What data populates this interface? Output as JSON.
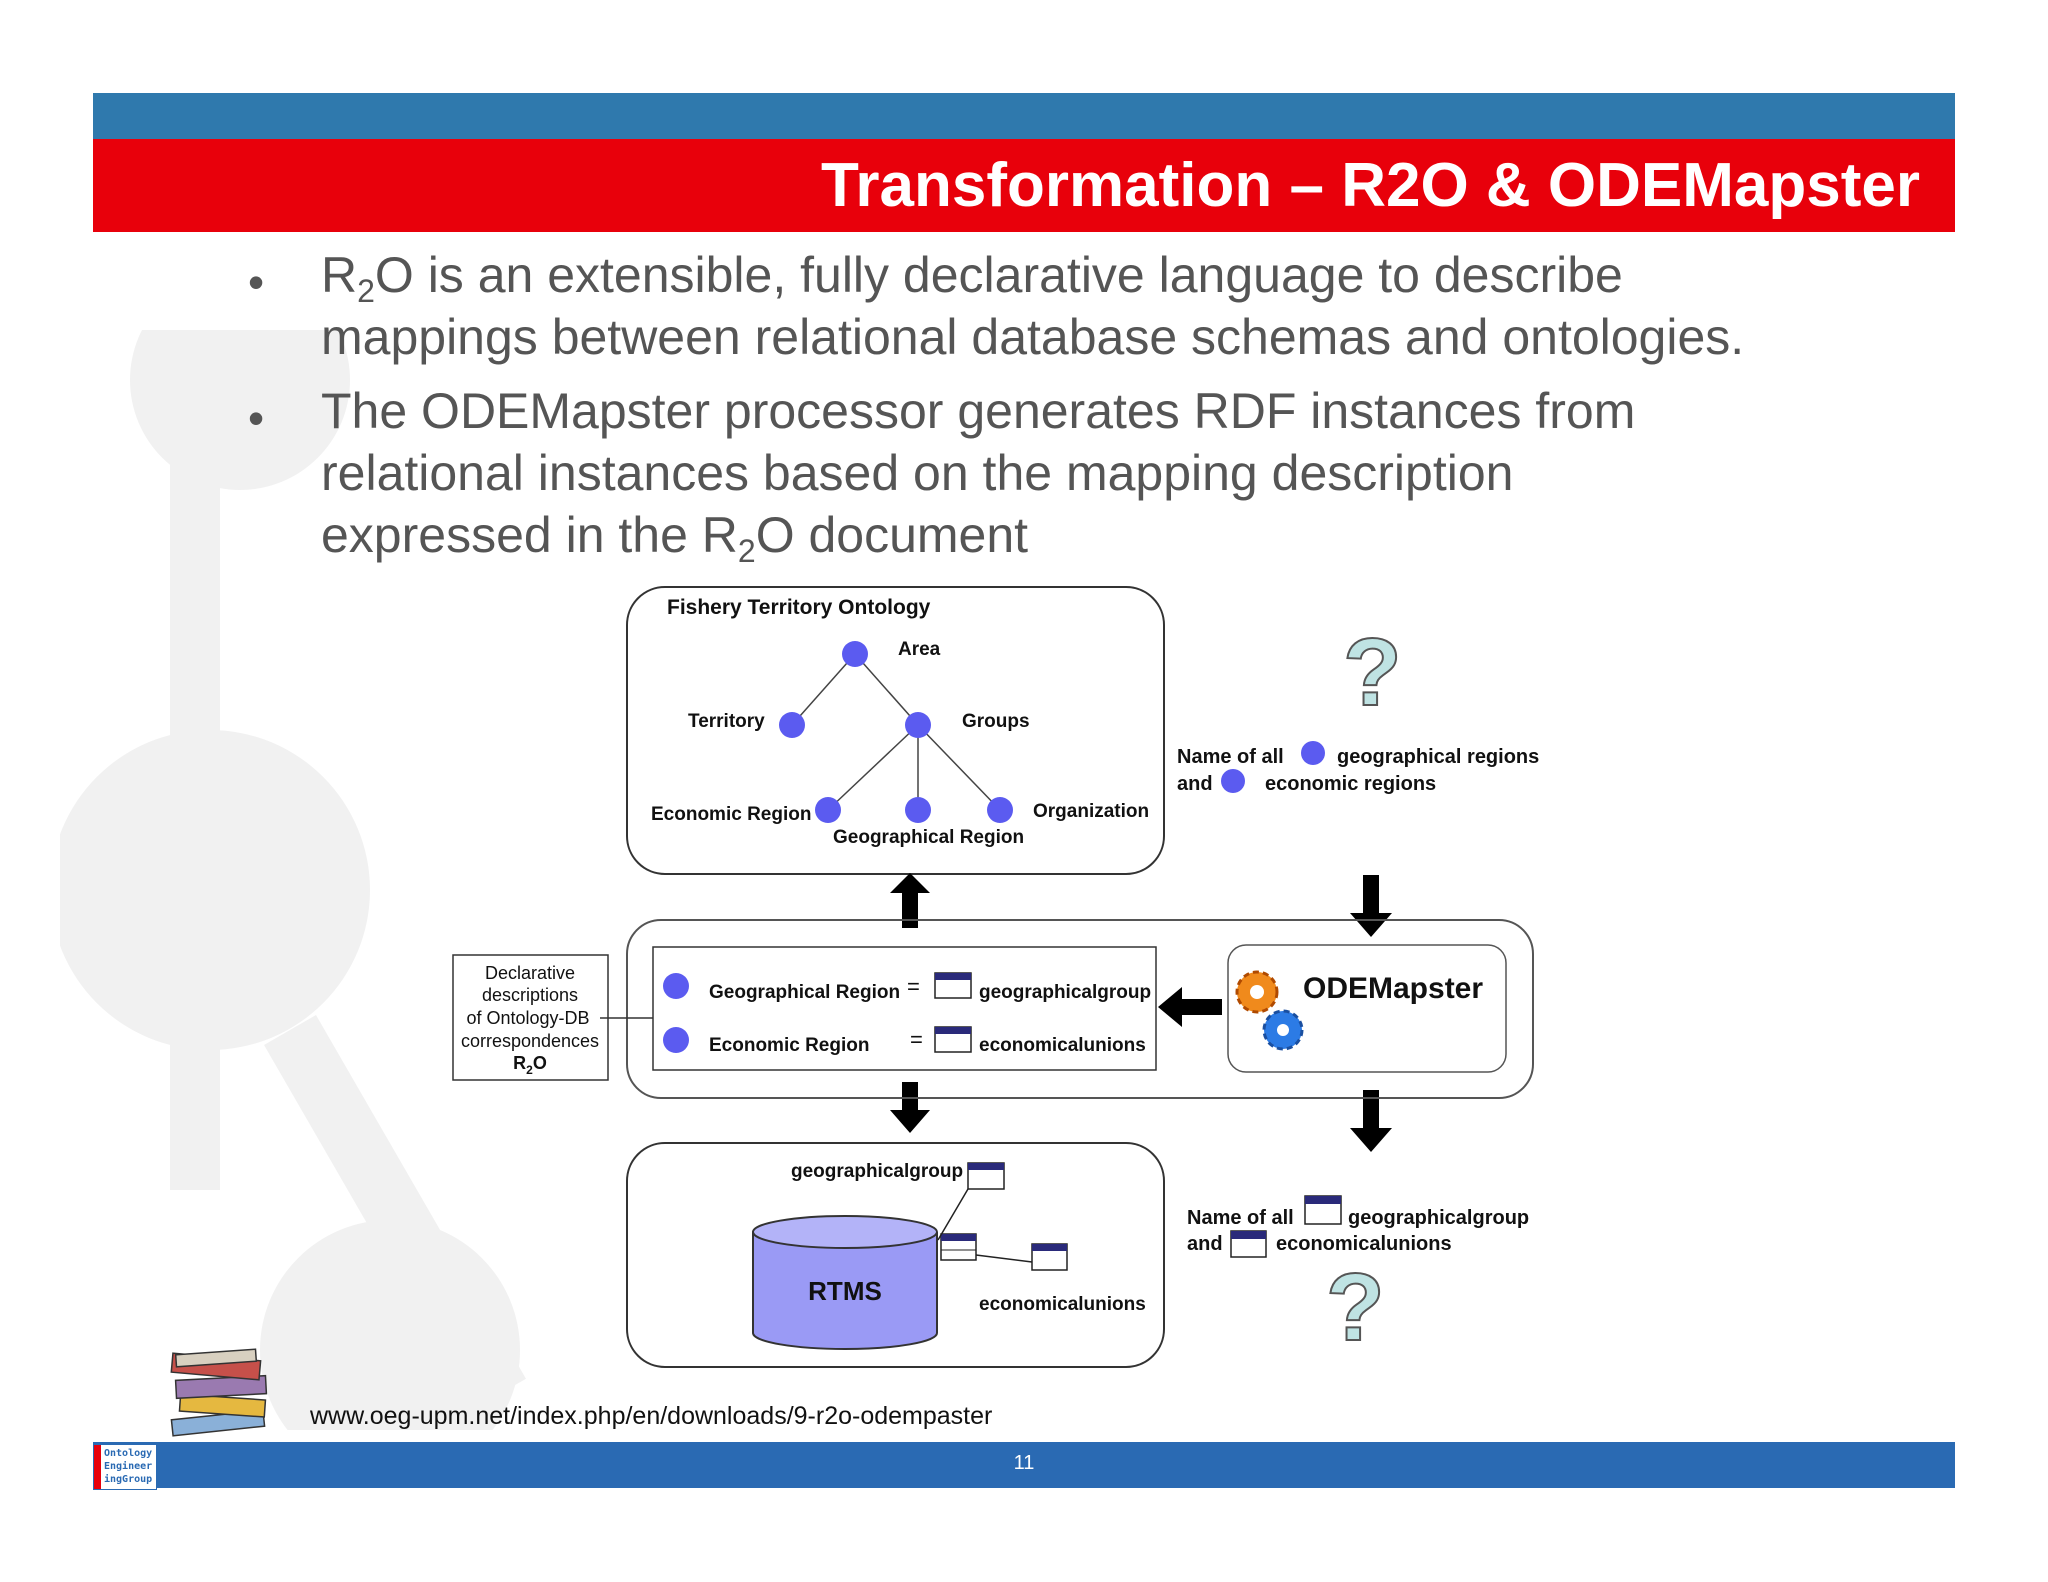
{
  "slide": {
    "title": "Transformation – R2O & ODEMapster",
    "page_number": "11",
    "url": "www.oeg-upm.net/index.php/en/downloads/9-r2o-odempaster"
  },
  "bullets": [
    {
      "dot": "•",
      "line1_pre": "R",
      "line1_sub": "2",
      "line1_post": "O is an extensible, fully declarative language to describe",
      "line2": "mappings between relational database schemas and ontologies."
    },
    {
      "dot": "•",
      "line1": "The ODEMapster processor generates RDF instances from",
      "line2": "relational instances based on the mapping description",
      "line3_pre": "expressed in the R",
      "line3_sub": "2",
      "line3_post": "O document"
    }
  ],
  "diagram": {
    "ontology": {
      "title": "Fishery Territory Ontology",
      "nodes": {
        "area": "Area",
        "territory": "Territory",
        "groups": "Groups",
        "economic_region": "Economic Region",
        "geographical_region": "Geographical Region",
        "organization": "Organization"
      }
    },
    "query_top": {
      "line1_a": "Name of all",
      "line1_b": "geographical regions",
      "line2_a": "and",
      "line2_b": "economic regions",
      "question": "?"
    },
    "mapping": {
      "row1_concept": "Geographical Region",
      "row1_eq": "=",
      "row1_table": "geographicalgroup",
      "row2_concept": "Economic Region",
      "row2_eq": "=",
      "row2_table": "economicalunions"
    },
    "r2o_note": {
      "line1": "Declarative",
      "line2": "descriptions",
      "line3": "of Ontology-DB",
      "line4": "correspondences",
      "line5_pre": "R",
      "line5_sub": "2",
      "line5_post": "O"
    },
    "odemapster": {
      "label": "ODEMapster"
    },
    "database": {
      "name": "RTMS",
      "table1": "geographicalgroup",
      "table2": "economicalunions"
    },
    "query_bottom": {
      "line1_a": "Name of all",
      "line1_b": "geographicalgroup",
      "line2_a": "and",
      "line2_b": "economicalunions",
      "question": "?"
    }
  },
  "logo": {
    "line1": "Ontology",
    "line2": "Engineer",
    "line3": "ingGroup"
  },
  "colors": {
    "header_blue": "#2f79ad",
    "header_red": "#e8000b",
    "footer_blue": "#2a6ab3",
    "node_purple": "#5b5bf0",
    "db_fill": "#9a9af5",
    "table_header": "#2a2a7a",
    "question_fill": "#bfe3e3"
  }
}
